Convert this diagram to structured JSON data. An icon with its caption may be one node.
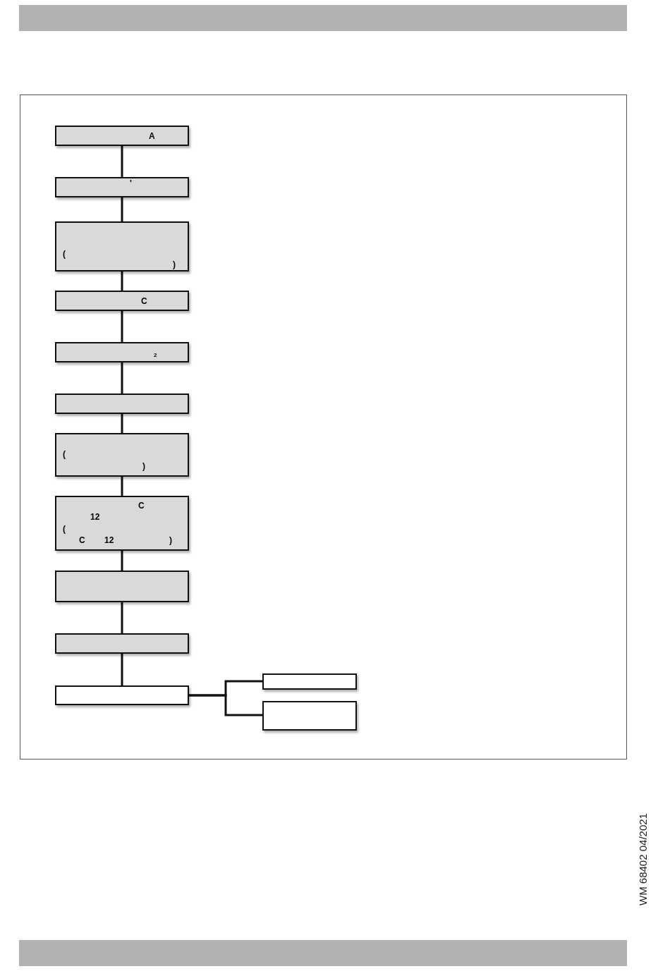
{
  "diagram": {
    "nodes": [
      {
        "text": [
          "A"
        ]
      },
      {
        "text": [
          "'"
        ]
      },
      {
        "text": [
          "(",
          ")"
        ]
      },
      {
        "text": [
          "C"
        ]
      },
      {
        "text": [
          "2"
        ]
      },
      {
        "text": [],
        "shape": "box"
      },
      {
        "text": [
          "(",
          ")"
        ]
      },
      {
        "text": [
          "C",
          "12",
          "(",
          "C",
          "12",
          ")"
        ]
      },
      {
        "text": [],
        "shape": "box"
      },
      {
        "text": [],
        "shape": "box"
      },
      {
        "text": [],
        "shape": "box"
      },
      {
        "text": [],
        "shape": "box"
      },
      {
        "text": [],
        "shape": "box"
      }
    ],
    "edges": [
      {
        "from": 0,
        "to": 1,
        "arrow": "none"
      },
      {
        "from": 1,
        "to": 2,
        "arrow": "none"
      },
      {
        "from": 2,
        "to": 3,
        "arrow": "none"
      },
      {
        "from": 3,
        "to": 4,
        "arrow": "none"
      },
      {
        "from": 4,
        "to": 5,
        "arrow": "none"
      },
      {
        "from": 5,
        "to": 6,
        "arrow": "none"
      },
      {
        "from": 6,
        "to": 7,
        "arrow": "none"
      },
      {
        "from": 7,
        "to": 8,
        "arrow": "none"
      },
      {
        "from": 8,
        "to": 9,
        "arrow": "none"
      },
      {
        "from": 9,
        "to": 10,
        "arrow": "none"
      },
      {
        "from": 10,
        "to": 11,
        "arrow": "none"
      },
      {
        "from": 10,
        "to": 12,
        "arrow": "none"
      }
    ],
    "labels": [
      "WM 68402 04/2021"
    ]
  }
}
